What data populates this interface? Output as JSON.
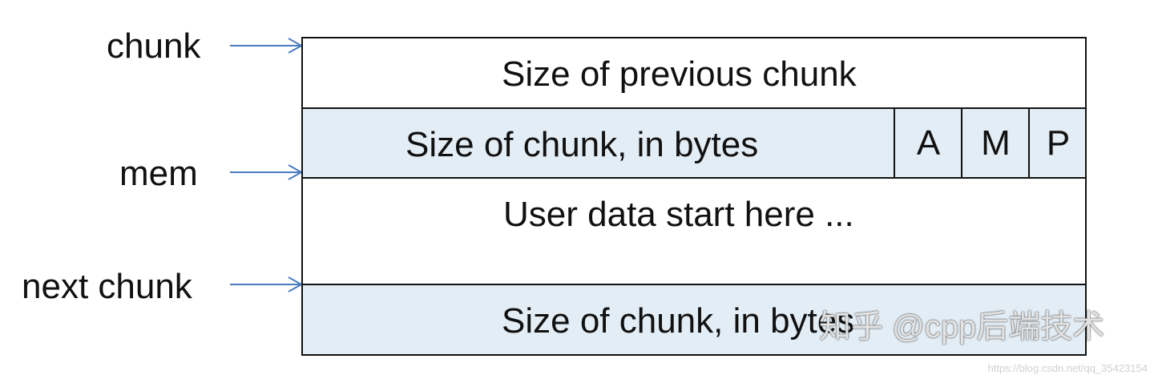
{
  "labels": {
    "chunk": "chunk",
    "mem": "mem",
    "next_chunk": "next chunk"
  },
  "rows": {
    "prev_size": "Size of previous chunk",
    "size": "Size of chunk, in bytes",
    "flag_a": "A",
    "flag_m": "M",
    "flag_p": "P",
    "user_data": "User data start here ...",
    "next_size": "Size of chunk, in bytes"
  },
  "watermark": "知乎 @cpp后端技术",
  "source_url": "https://blog.csdn.net/qq_35423154",
  "colors": {
    "arrow": "#4a7bbf",
    "shaded_row": "#e3edf5",
    "border": "#111111"
  }
}
